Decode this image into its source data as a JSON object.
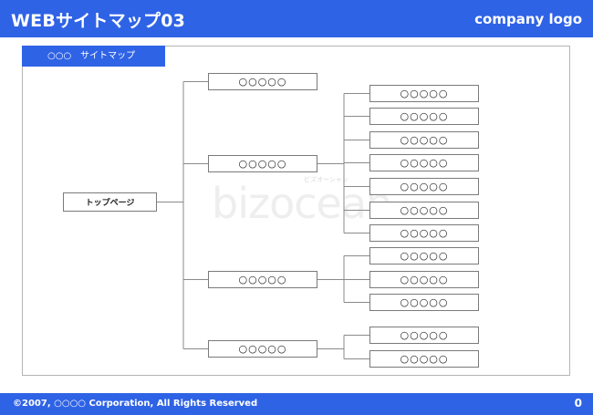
{
  "header": {
    "title": "WEBサイトマップ03",
    "logo": "company logo"
  },
  "panel": {
    "tab_label": "○○○　サイトマップ"
  },
  "watermark": {
    "text": "bizocean",
    "sub": "ビズオーシャン"
  },
  "sitemap": {
    "root": "トップページ",
    "level1": [
      {
        "label": "○○○○○",
        "children": []
      },
      {
        "label": "○○○○○",
        "children": [
          "○○○○○",
          "○○○○○",
          "○○○○○",
          "○○○○○",
          "○○○○○",
          "○○○○○",
          "○○○○○"
        ]
      },
      {
        "label": "○○○○○",
        "children": [
          "○○○○○",
          "○○○○○",
          "○○○○○"
        ]
      },
      {
        "label": "○○○○○",
        "children": [
          "○○○○○",
          "○○○○○"
        ]
      }
    ]
  },
  "footer": {
    "copyright": "©2007, ○○○○ Corporation, All Rights Reserved",
    "page_number": "0"
  },
  "colors": {
    "brand_blue": "#2f63e6",
    "border_gray": "#7a7a7a"
  }
}
